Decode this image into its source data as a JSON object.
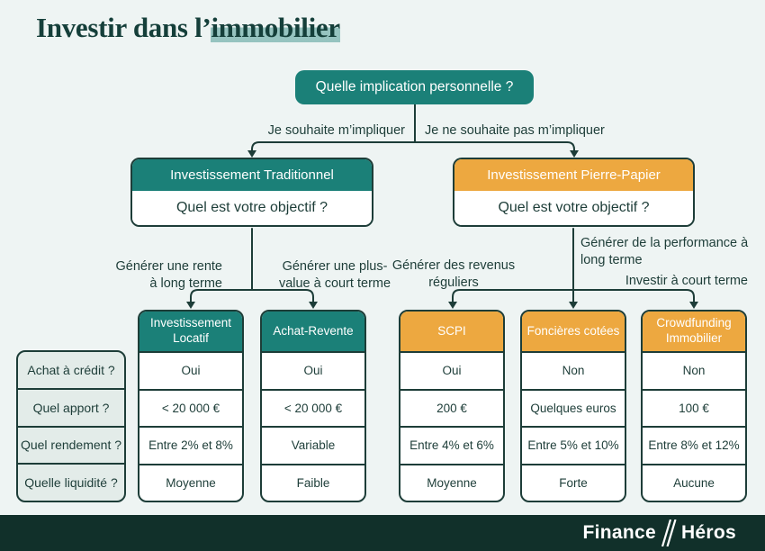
{
  "title": {
    "prefix": "Investir dans l’",
    "highlight": "immobilier"
  },
  "root": {
    "label": "Quelle implication personnelle ?"
  },
  "branches": {
    "left_label": "Je souhaite m’impliquer",
    "right_label": "Je ne souhaite pas m’impliquer"
  },
  "level2": [
    {
      "title": "Investissement Traditionnel",
      "question": "Quel est votre objectif ?"
    },
    {
      "title": "Investissement Pierre-Papier",
      "question": "Quel est votre objectif ?"
    }
  ],
  "objectives": [
    "Générer une rente à long terme",
    "Générer une plus-value à court terme",
    "Générer des revenus réguliers",
    "Générer de la performance à long terme",
    "Investir à court terme"
  ],
  "criteria": [
    "Achat à crédit ?",
    "Quel apport ?",
    "Quel rendement ?",
    "Quelle liquidité ?"
  ],
  "options": [
    {
      "name": "Investissement Locatif",
      "category": "traditionnel",
      "values": [
        "Oui",
        "< 20 000 €",
        "Entre 2% et 8%",
        "Moyenne"
      ]
    },
    {
      "name": "Achat-Revente",
      "category": "traditionnel",
      "values": [
        "Oui",
        "< 20 000 €",
        "Variable",
        "Faible"
      ]
    },
    {
      "name": "SCPI",
      "category": "pierre-papier",
      "values": [
        "Oui",
        "200 €",
        "Entre 4% et 6%",
        "Moyenne"
      ]
    },
    {
      "name": "Foncières cotées",
      "category": "pierre-papier",
      "values": [
        "Non",
        "Quelques euros",
        "Entre 5% et 10%",
        "Forte"
      ]
    },
    {
      "name": "Crowdfunding Immobilier",
      "category": "pierre-papier",
      "values": [
        "Non",
        "100 €",
        "Entre 8% et 12%",
        "Aucune"
      ]
    }
  ],
  "logo": {
    "part1": "Finance",
    "part2": "Héros"
  },
  "colors": {
    "teal": "#1b8078",
    "orange": "#eda840",
    "dark": "#1d3d38",
    "background": "#eef4f3",
    "criteria_background": "#e3ece9",
    "footer": "#11302a"
  }
}
